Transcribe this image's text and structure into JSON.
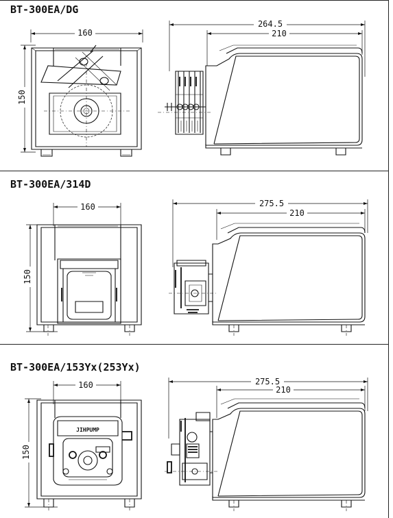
{
  "sections": [
    {
      "title": "BT-300EA/DG",
      "front": {
        "width_label": "160",
        "height_label": "150"
      },
      "side": {
        "overall_label": "264.5",
        "body_label": "210"
      }
    },
    {
      "title": "BT-300EA/314D",
      "front": {
        "width_label": "160",
        "height_label": "150"
      },
      "side": {
        "overall_label": "275.5",
        "body_label": "210"
      }
    },
    {
      "title": "BT-300EA/153Yx(253Yx)",
      "front": {
        "width_label": "160",
        "height_label": "150",
        "logo_text": "JIHPUMP"
      },
      "side": {
        "overall_label": "275.5",
        "body_label": "210"
      }
    }
  ]
}
